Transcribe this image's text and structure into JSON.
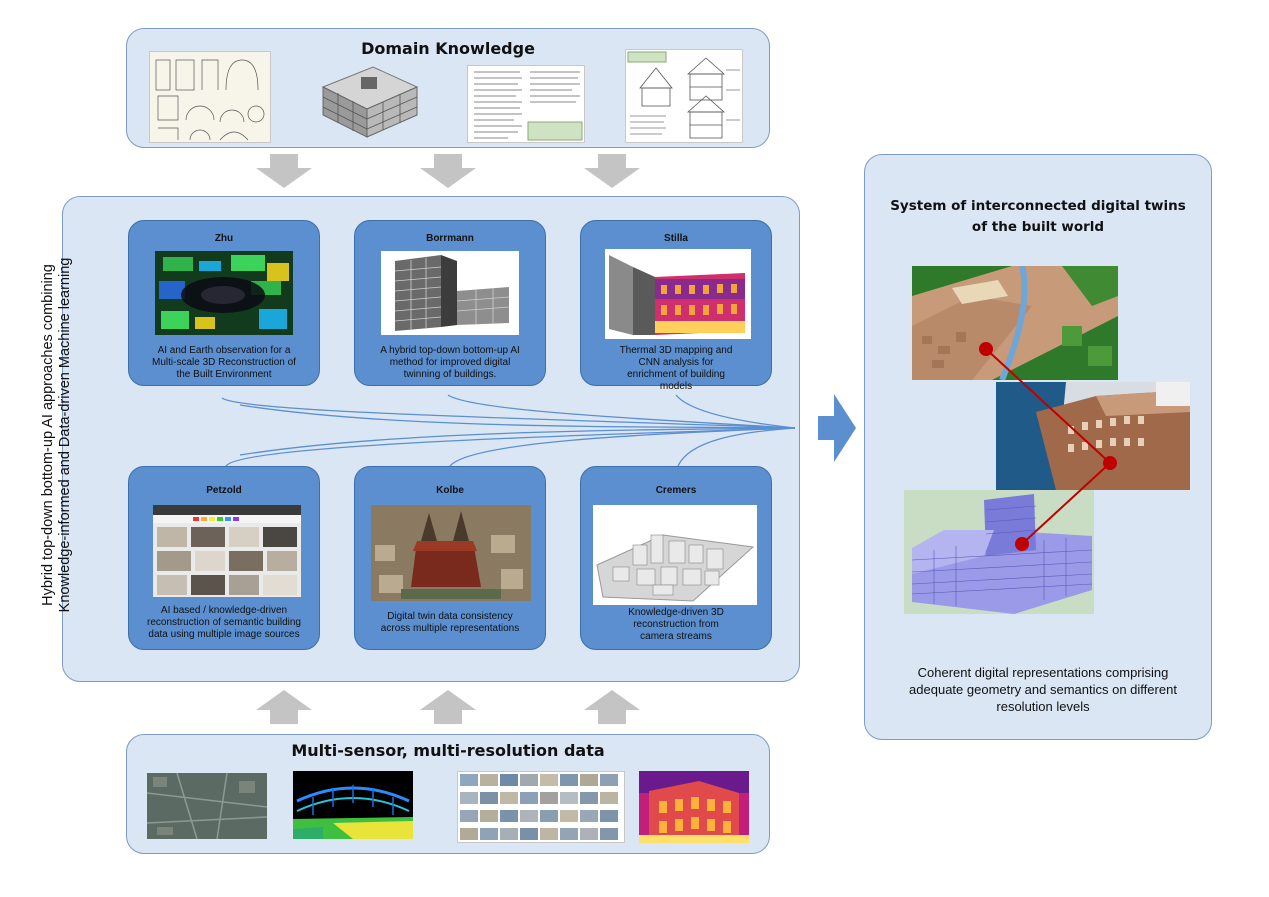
{
  "domain_knowledge": {
    "title": "Domain Knowledge"
  },
  "sensor_data": {
    "title": "Multi-sensor, multi-resolution data"
  },
  "hybrid": {
    "side_label_line1": "Hybrid top-down bottom-up AI approaches combining",
    "side_label_line2": "Knowledge-informed and Data-driven Machine learning",
    "cards": [
      {
        "name": "Zhu",
        "desc1": "AI and Earth observation  for a",
        "desc2": "Multi-scale 3D Reconstruction of",
        "desc3": "the Built Environment"
      },
      {
        "name": "Borrmann",
        "desc1": "A hybrid top-down  bottom-up  AI",
        "desc2": "method  for improved digital",
        "desc3": "twinning  of buildings."
      },
      {
        "name": "Stilla",
        "desc1": "Thermal 3D mapping and",
        "desc2": "CNN analysis for",
        "desc3": "enrichment of building",
        "desc4": "models"
      },
      {
        "name": "Petzold",
        "desc1": "AI based / knowledge-driven",
        "desc2": "reconstruction of semantic building",
        "desc3": "data using multiple  image sources"
      },
      {
        "name": "Kolbe",
        "desc1": "Digital twin data consistency",
        "desc2": "across multiple representations"
      },
      {
        "name": "Cremers",
        "desc1": "Knowledge-driven  3D",
        "desc2": "reconstruction from",
        "desc3": "camera streams"
      }
    ]
  },
  "digital_twins": {
    "title_line1": "System of interconnected digital twins",
    "title_line2": "of the built world",
    "caption_line1": "Coherent digital representations comprising",
    "caption_line2": "adequate geometry and semantics on different",
    "caption_line3": "resolution levels"
  },
  "colors": {
    "panel_fill": "#dae6f3",
    "panel_border": "#7d9cc3",
    "card_fill": "#5b8fcf",
    "arrow_gray": "#c4c4c4",
    "arrow_blue": "#5b8fcf",
    "connector_red": "#c00000"
  }
}
